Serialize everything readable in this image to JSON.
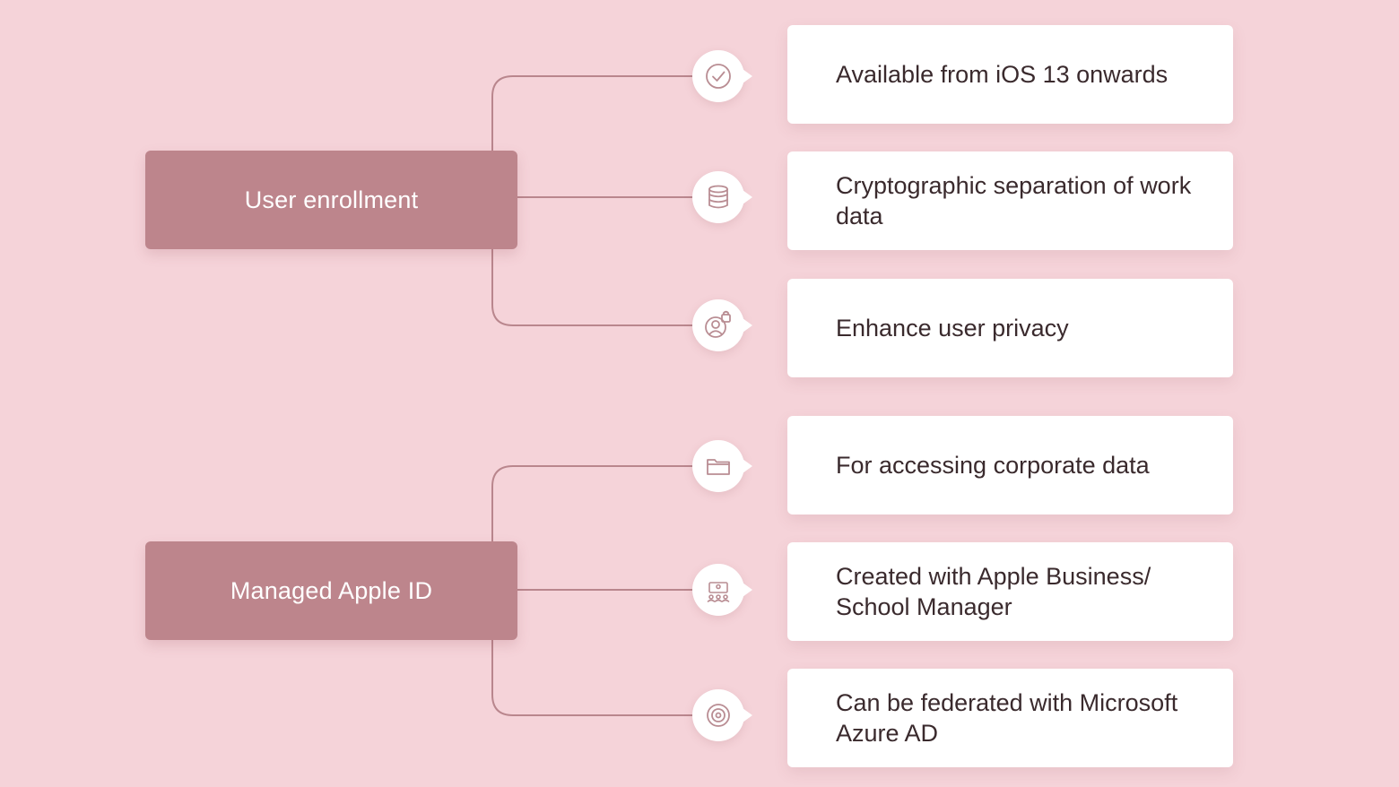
{
  "colors": {
    "background": "#f5d3d9",
    "category_fill": "#bd858c",
    "card_fill": "#ffffff",
    "connector": "#b9868d",
    "icon_stroke": "#b98d93",
    "text_dark": "#3a2a2d"
  },
  "groups": [
    {
      "label": "User enrollment",
      "features": [
        {
          "icon": "check-circle-icon",
          "text": "Available from iOS 13 onwards"
        },
        {
          "icon": "database-icon",
          "text": "Cryptographic separation of work data"
        },
        {
          "icon": "user-lock-icon",
          "text": "Enhance user privacy"
        }
      ]
    },
    {
      "label": "Managed Apple ID",
      "features": [
        {
          "icon": "folder-icon",
          "text": "For accessing corporate data"
        },
        {
          "icon": "organization-icon",
          "text": "Created with Apple Business/ School Manager"
        },
        {
          "icon": "target-icon",
          "text": "Can be federated with Microsoft Azure AD"
        }
      ]
    }
  ]
}
